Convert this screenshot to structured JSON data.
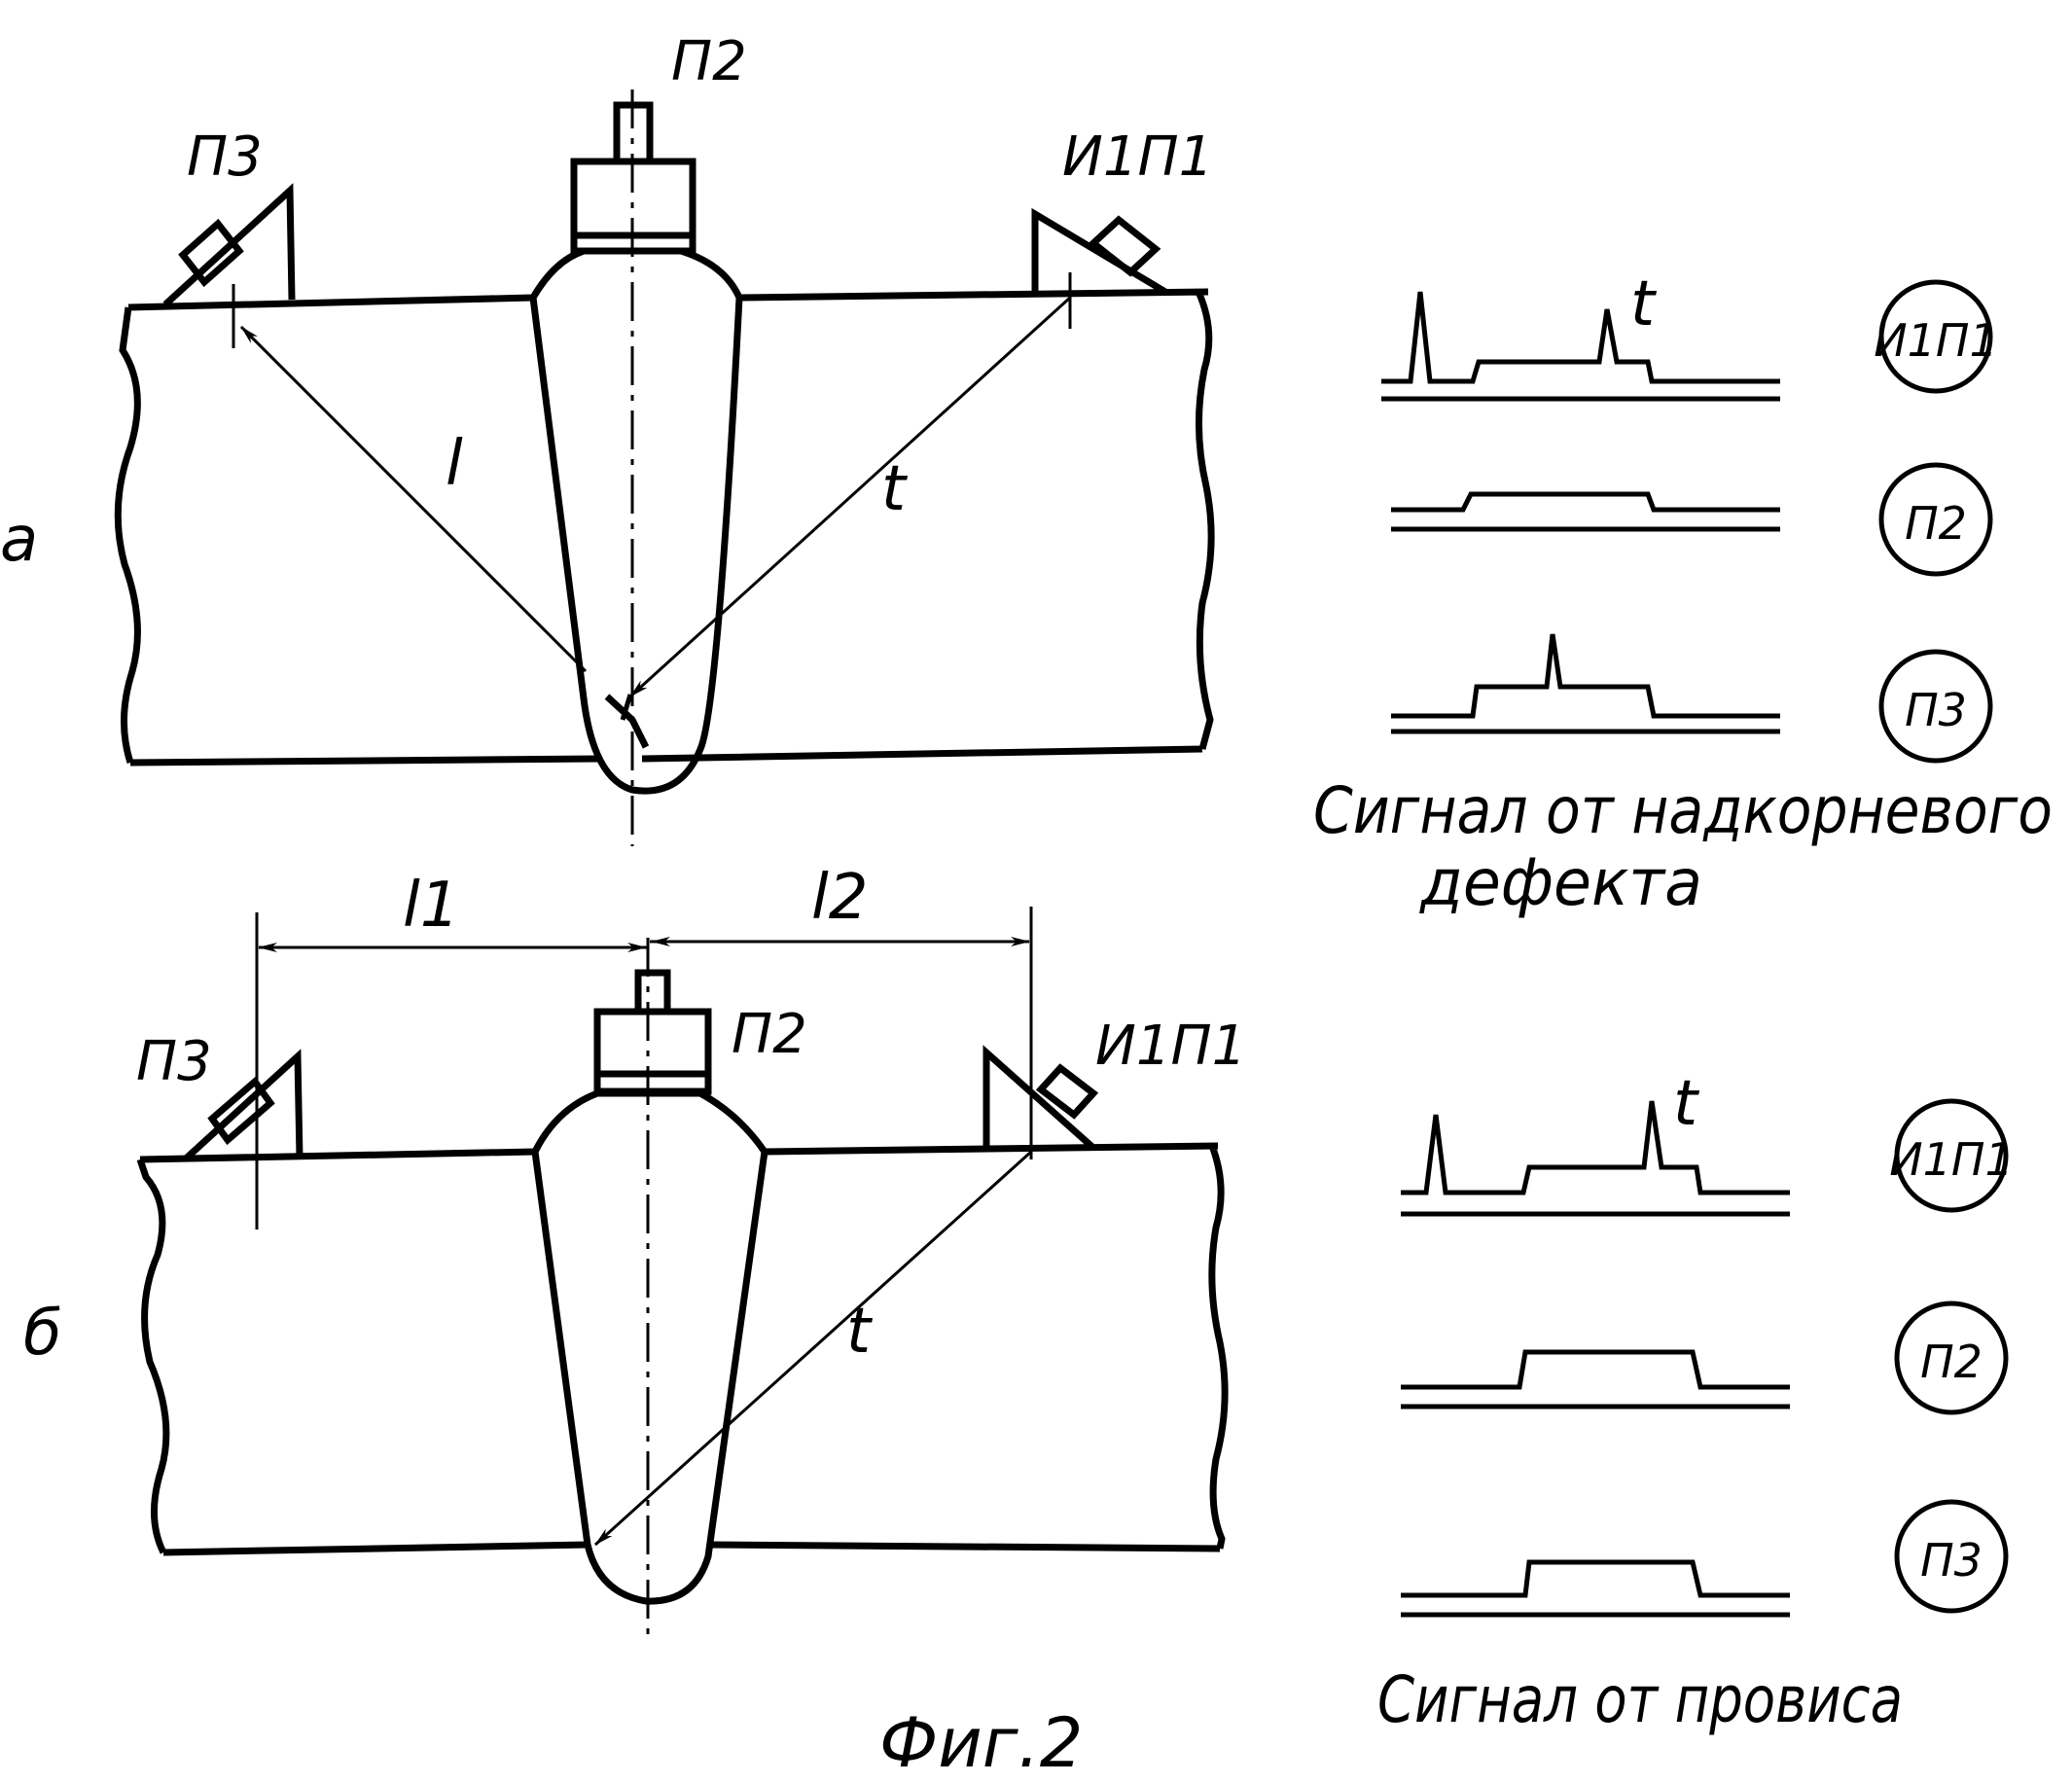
{
  "panel_a": {
    "panel_letter": "a",
    "probe_p2": "П2",
    "probe_p3": "П3",
    "probe_ip1": "И1П1",
    "path_l": "l",
    "path_t": "t"
  },
  "panel_b": {
    "panel_letter": "б",
    "probe_p2": "П2",
    "probe_p3": "П3",
    "probe_ip1": "И1П1",
    "dim_l1": "l1",
    "dim_l2": "l2",
    "path_t": "t"
  },
  "signals_a": {
    "channels": [
      "И1П1",
      "П2",
      "П3"
    ],
    "marker": "t",
    "caption_line1": "Сигнал от надкорневого",
    "caption_line2": "дефекта"
  },
  "signals_b": {
    "channels": [
      "И1П1",
      "П2",
      "П3"
    ],
    "marker": "t",
    "caption": "Сигнал от провиса"
  },
  "figure_caption": "Фиг.2"
}
